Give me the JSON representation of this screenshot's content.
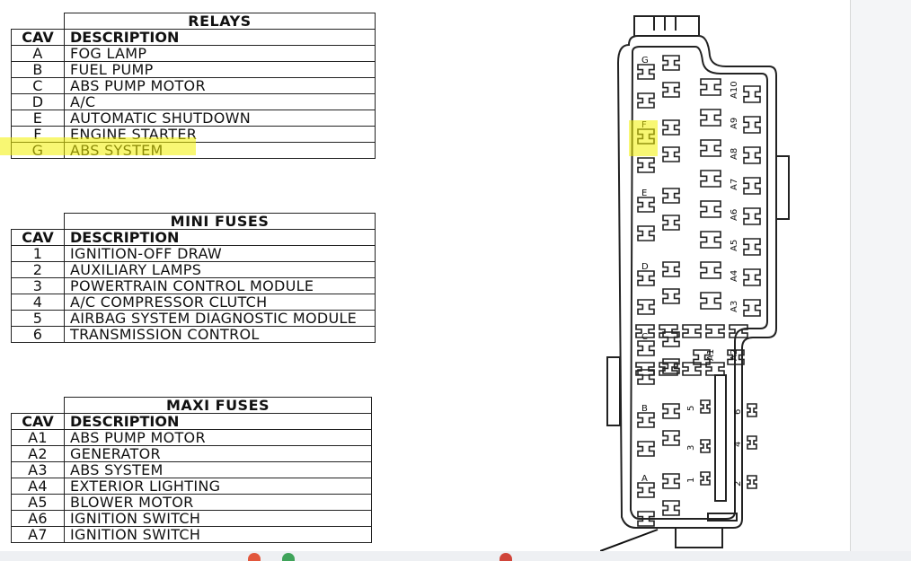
{
  "relays": {
    "title": "RELAYS",
    "headers": {
      "cav": "CAV",
      "description": "DESCRIPTION"
    },
    "rows": [
      {
        "cav": "A",
        "description": "FOG LAMP"
      },
      {
        "cav": "B",
        "description": "FUEL PUMP"
      },
      {
        "cav": "C",
        "description": "ABS PUMP MOTOR"
      },
      {
        "cav": "D",
        "description": "A/C"
      },
      {
        "cav": "E",
        "description": "AUTOMATIC SHUTDOWN"
      },
      {
        "cav": "F",
        "description": "ENGINE STARTER"
      },
      {
        "cav": "G",
        "description": "ABS SYSTEM"
      }
    ]
  },
  "mini_fuses": {
    "title": "MINI FUSES",
    "headers": {
      "cav": "CAV",
      "description": "DESCRIPTION"
    },
    "rows": [
      {
        "cav": "1",
        "description": "IGNITION-OFF DRAW"
      },
      {
        "cav": "2",
        "description": "AUXILIARY LAMPS"
      },
      {
        "cav": "3",
        "description": "POWERTRAIN CONTROL MODULE"
      },
      {
        "cav": "4",
        "description": "A/C COMPRESSOR CLUTCH"
      },
      {
        "cav": "5",
        "description": "AIRBAG SYSTEM DIAGNOSTIC MODULE"
      },
      {
        "cav": "6",
        "description": "TRANSMISSION CONTROL"
      }
    ]
  },
  "maxi_fuses": {
    "title": "MAXI FUSES",
    "headers": {
      "cav": "CAV",
      "description": "DESCRIPTION"
    },
    "rows": [
      {
        "cav": "A1",
        "description": "ABS PUMP MOTOR"
      },
      {
        "cav": "A2",
        "description": "GENERATOR"
      },
      {
        "cav": "A3",
        "description": "ABS SYSTEM"
      },
      {
        "cav": "A4",
        "description": "EXTERIOR LIGHTING"
      },
      {
        "cav": "A5",
        "description": "BLOWER MOTOR"
      },
      {
        "cav": "A6",
        "description": "IGNITION SWITCH"
      },
      {
        "cav": "A7",
        "description": "IGNITION SWITCH"
      }
    ]
  },
  "diagram": {
    "relay_labels": [
      "G",
      "F",
      "E",
      "D",
      "C",
      "B",
      "A"
    ],
    "maxi_labels": [
      "A10",
      "A9",
      "A8",
      "A7",
      "A6",
      "A5",
      "A4",
      "A3",
      "A2",
      "A1"
    ],
    "mini_labels": [
      "5",
      "6",
      "4",
      "3",
      "1",
      "2"
    ]
  },
  "colors": {
    "highlight": "#f3f000",
    "line": "#222222"
  }
}
